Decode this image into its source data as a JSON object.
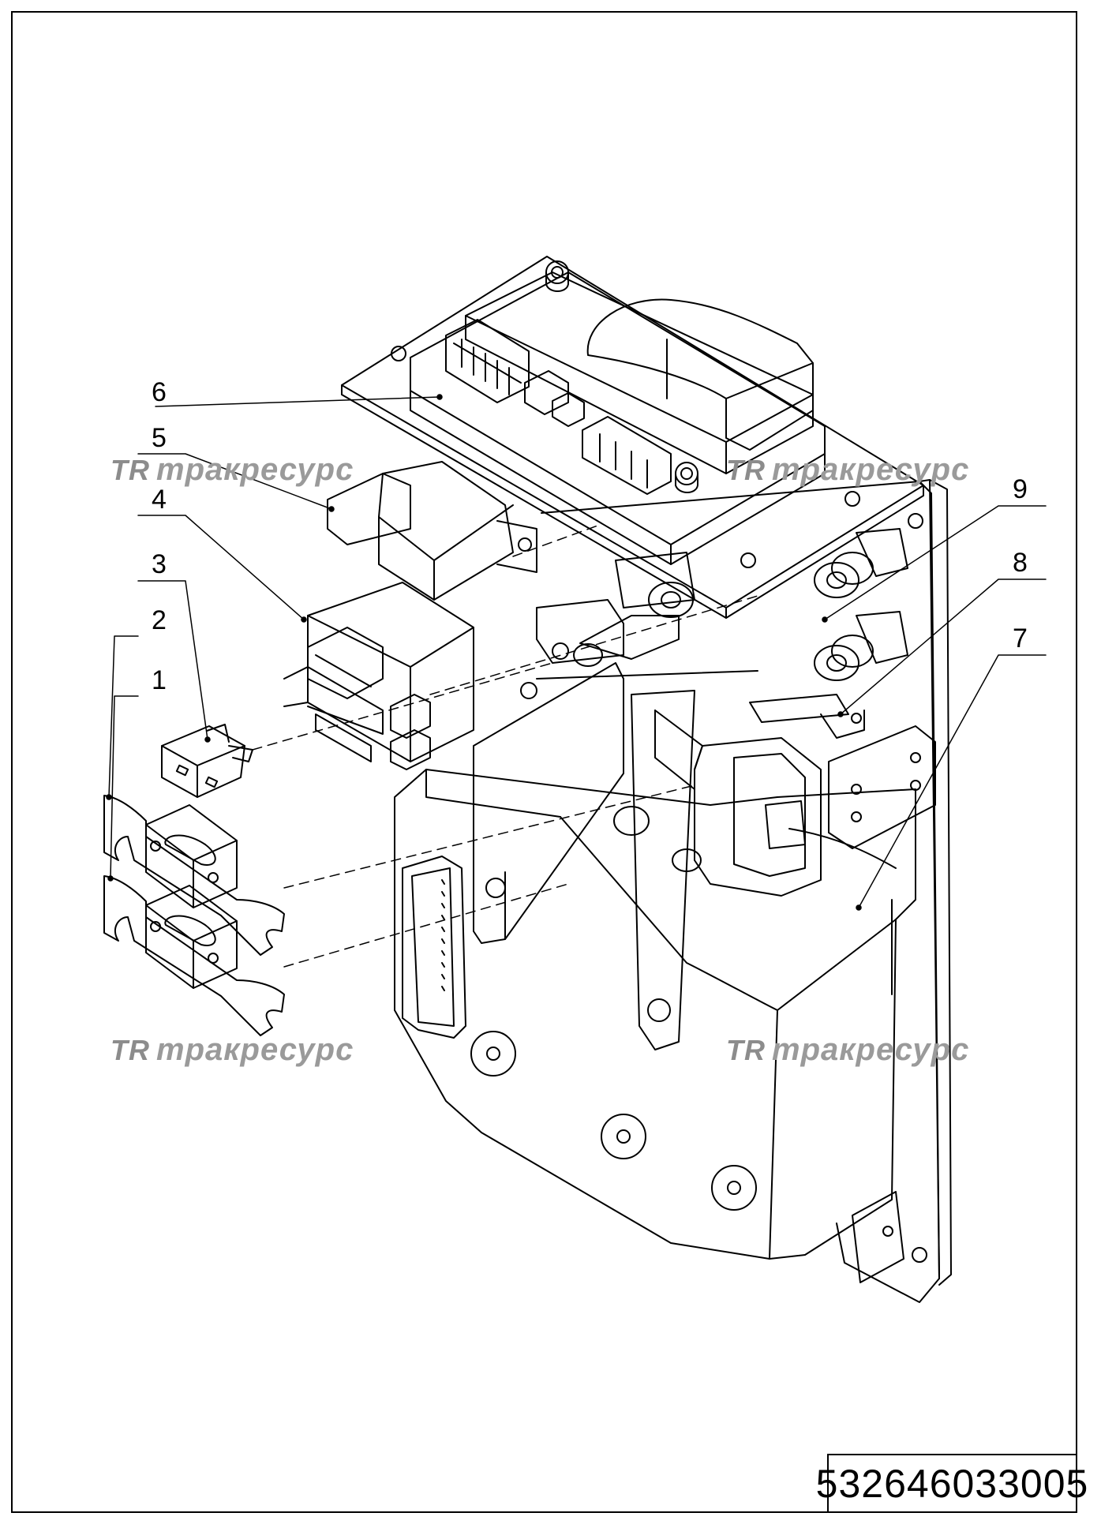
{
  "callouts": {
    "1": "1",
    "2": "2",
    "3": "3",
    "4": "4",
    "5": "5",
    "6": "6",
    "7": "7",
    "8": "8",
    "9": "9"
  },
  "watermark": {
    "logo": "TR",
    "text": "тракресурс"
  },
  "drawing_number": "532646033005"
}
